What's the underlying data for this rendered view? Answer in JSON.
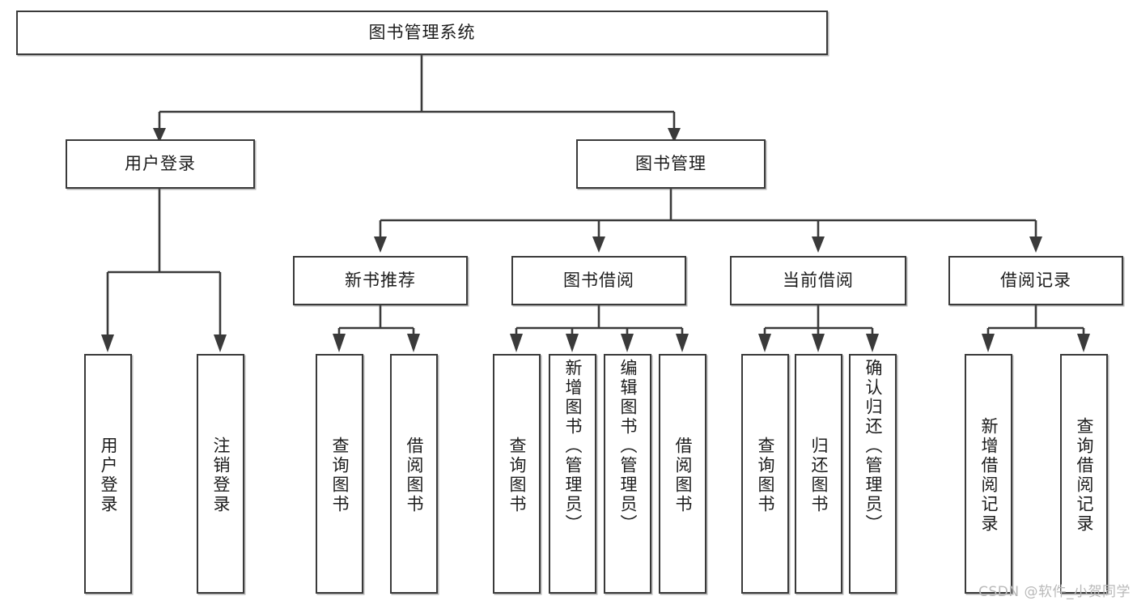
{
  "diagram": {
    "type": "tree-hierarchy",
    "title": "图书管理系统",
    "watermark": "CSDN @软件_小贺同学",
    "colors": {
      "box_border": "#3a3a3a",
      "box_fill": "#ffffff",
      "connector": "#3a3a3a",
      "text": "#1c1c1c",
      "watermark": "#b9b9b9"
    },
    "root": {
      "label": "图书管理系统",
      "orientation": "horizontal"
    },
    "level2": [
      {
        "label": "用户登录",
        "orientation": "horizontal"
      },
      {
        "label": "图书管理",
        "orientation": "horizontal"
      }
    ],
    "level3": [
      {
        "label": "新书推荐",
        "orientation": "horizontal",
        "parent": "图书管理"
      },
      {
        "label": "图书借阅",
        "orientation": "horizontal",
        "parent": "图书管理"
      },
      {
        "label": "当前借阅",
        "orientation": "horizontal",
        "parent": "图书管理"
      },
      {
        "label": "借阅记录",
        "orientation": "horizontal",
        "parent": "图书管理"
      }
    ],
    "leaves": [
      {
        "label": "用户登录",
        "orientation": "vertical",
        "parent": "用户登录"
      },
      {
        "label": "注销登录",
        "orientation": "vertical",
        "parent": "用户登录"
      },
      {
        "label": "查询图书",
        "orientation": "vertical",
        "parent": "新书推荐"
      },
      {
        "label": "借阅图书",
        "orientation": "vertical",
        "parent": "新书推荐"
      },
      {
        "label": "查询图书",
        "orientation": "vertical",
        "parent": "图书借阅"
      },
      {
        "label": "新增图书（管理员）",
        "orientation": "vertical",
        "parent": "图书借阅"
      },
      {
        "label": "编辑图书（管理员）",
        "orientation": "vertical",
        "parent": "图书借阅"
      },
      {
        "label": "借阅图书",
        "orientation": "vertical",
        "parent": "图书借阅"
      },
      {
        "label": "查询图书",
        "orientation": "vertical",
        "parent": "当前借阅"
      },
      {
        "label": "归还图书",
        "orientation": "vertical",
        "parent": "当前借阅"
      },
      {
        "label": "确认归还（管理员）",
        "orientation": "vertical",
        "parent": "当前借阅"
      },
      {
        "label": "新增借阅记录",
        "orientation": "vertical",
        "parent": "借阅记录"
      },
      {
        "label": "查询借阅记录",
        "orientation": "vertical",
        "parent": "借阅记录"
      }
    ]
  }
}
